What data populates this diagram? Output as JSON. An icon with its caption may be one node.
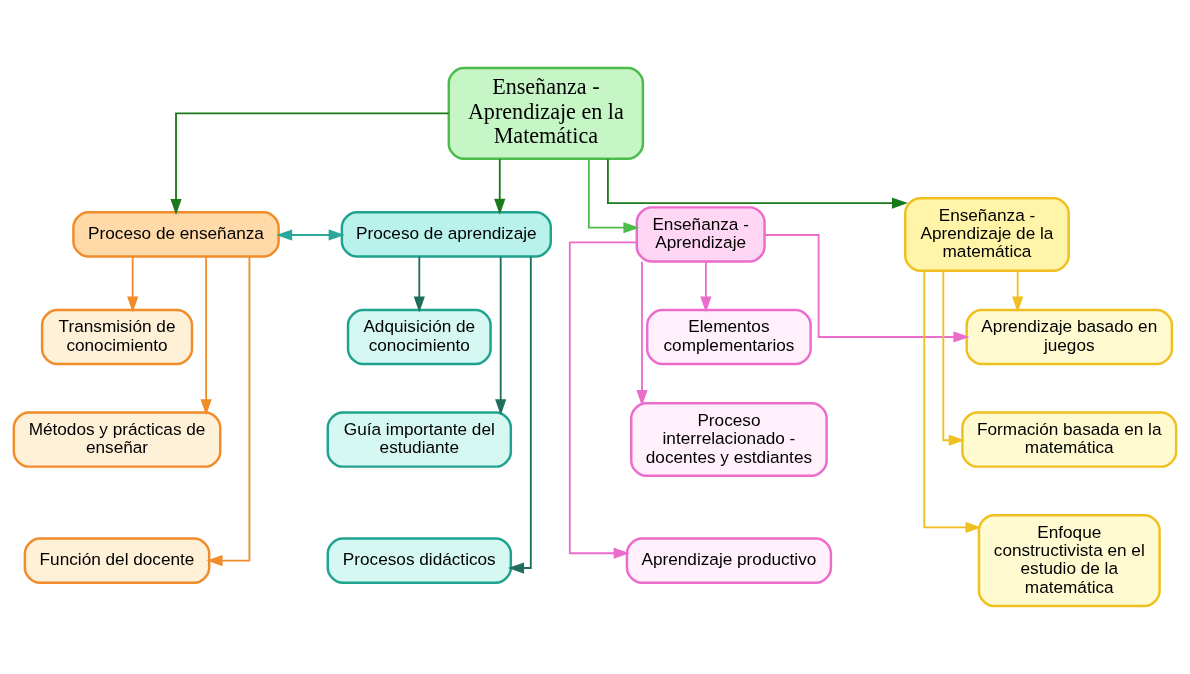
{
  "diagram": {
    "nodes": [
      {
        "text": [
          "Enseñanza - Aprendizaje en la Matemática"
        ]
      },
      {
        "text": [
          "Proceso de enseñanza"
        ]
      },
      {
        "text": [
          "Proceso de aprendizaje"
        ]
      },
      {
        "text": [
          "Enseñanza - Aprendizaje"
        ]
      },
      {
        "text": [
          "Enseñanza - Aprendizaje de la matemática"
        ]
      },
      {
        "text": [
          "Transmisión de conocimiento"
        ]
      },
      {
        "text": [
          "Métodos y prácticas de enseñar"
        ]
      },
      {
        "text": [
          "Función del docente"
        ]
      },
      {
        "text": [
          "Adquisición de conocimiento"
        ]
      },
      {
        "text": [
          "Guía importante del estudiante"
        ]
      },
      {
        "text": [
          "Procesos didácticos"
        ]
      },
      {
        "text": [
          "Elementos complementarios"
        ]
      },
      {
        "text": [
          "Proceso interrelacionado - docentes y estdiantes"
        ]
      },
      {
        "text": [
          "Aprendizaje productivo"
        ]
      },
      {
        "text": [
          "Aprendizaje basado en juegos"
        ]
      },
      {
        "text": [
          "Formación basada en la matemática"
        ]
      },
      {
        "text": [
          "Enfoque constructivista en el estudio de la matemática"
        ]
      }
    ],
    "edges": [
      {
        "from": 0,
        "to": 1,
        "arrow": "to",
        "color": "#1a7a1a"
      },
      {
        "from": 0,
        "to": 2,
        "arrow": "to",
        "color": "#1a7a1a"
      },
      {
        "from": 0,
        "to": 3,
        "arrow": "to",
        "color": "#4cbb4c"
      },
      {
        "from": 0,
        "to": 4,
        "arrow": "to",
        "color": "#1a7a1a"
      },
      {
        "from": 1,
        "to": 2,
        "arrow": "both",
        "color": "#2aa89a"
      },
      {
        "from": 1,
        "to": 5,
        "arrow": "to",
        "color": "#f08c2a"
      },
      {
        "from": 1,
        "to": 6,
        "arrow": "to",
        "color": "#f08c2a"
      },
      {
        "from": 1,
        "to": 7,
        "arrow": "to",
        "color": "#f08c2a"
      },
      {
        "from": 2,
        "to": 8,
        "arrow": "to",
        "color": "#1f6e5e"
      },
      {
        "from": 2,
        "to": 9,
        "arrow": "to",
        "color": "#1f6e5e"
      },
      {
        "from": 2,
        "to": 10,
        "arrow": "to",
        "color": "#1f6e5e"
      },
      {
        "from": 3,
        "to": 11,
        "arrow": "to",
        "color": "#ec6ccc"
      },
      {
        "from": 3,
        "to": 12,
        "arrow": "to",
        "color": "#ec6ccc"
      },
      {
        "from": 3,
        "to": 13,
        "arrow": "to",
        "color": "#ec6ccc"
      },
      {
        "from": 3,
        "to": 14,
        "arrow": "to",
        "color": "#ec6ccc"
      },
      {
        "from": 4,
        "to": 14,
        "arrow": "to",
        "color": "#f0c020"
      },
      {
        "from": 4,
        "to": 15,
        "arrow": "to",
        "color": "#f0c020"
      },
      {
        "from": 4,
        "to": 16,
        "arrow": "to",
        "color": "#f0c020"
      }
    ]
  }
}
